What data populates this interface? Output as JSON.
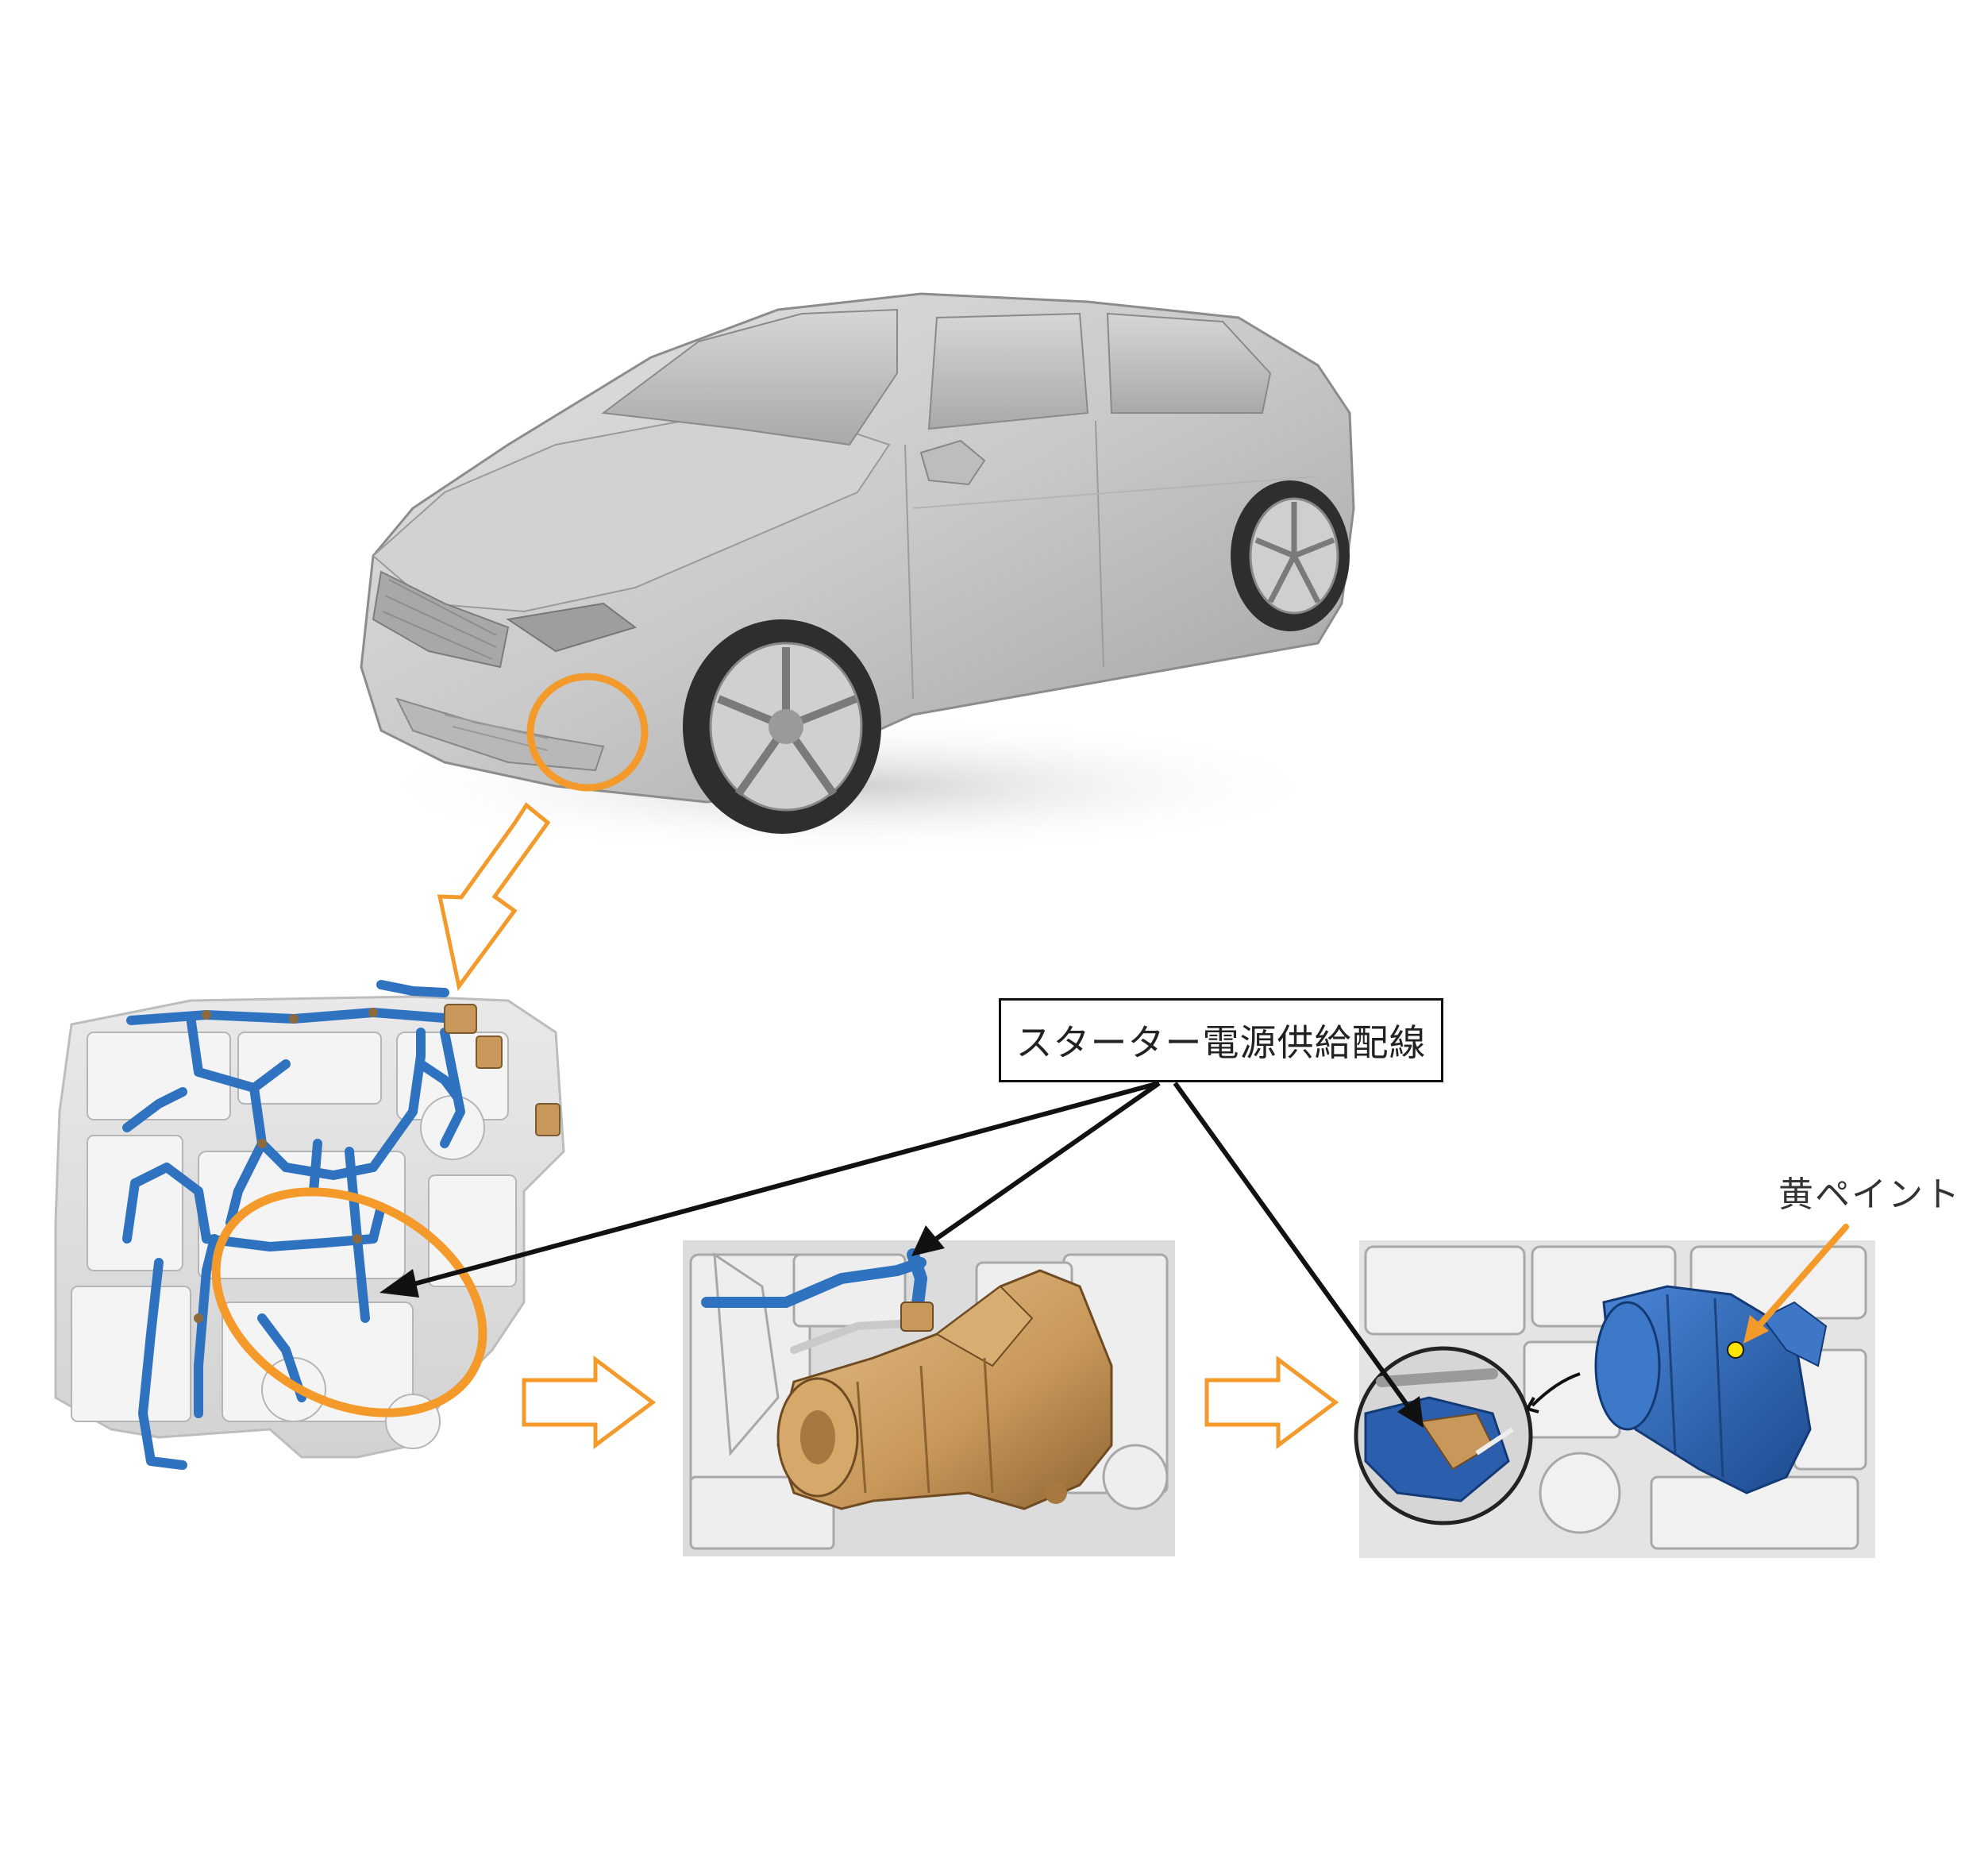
{
  "labels": {
    "starter_power_wiring": "スターター電源供給配線",
    "yellow_paint": "黄ペイント"
  },
  "colors": {
    "highlight_orange": "#f39a2a",
    "harness_blue": "#2f73c0",
    "starter_gold": "#c8985a",
    "starter_blue": "#2b5fae",
    "paint_dot": "#ffe600",
    "arrow_black": "#111111"
  },
  "panels": [
    {
      "name": "vehicle-illustration"
    },
    {
      "name": "engine-harness-illustration"
    },
    {
      "name": "starter-motor-detail"
    },
    {
      "name": "starter-installed-detail"
    }
  ]
}
